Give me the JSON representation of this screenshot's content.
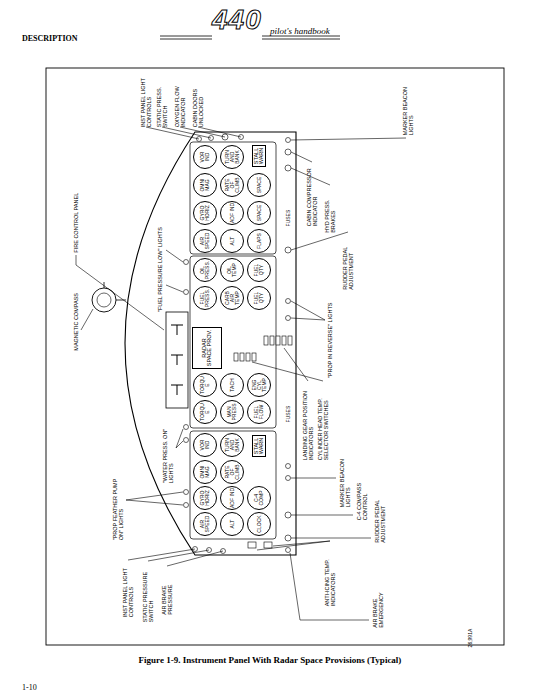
{
  "diagram": {
    "title": "DESCRIPTION",
    "caption": "Figure 1-9. Instrument Panel With Radar Space Provisions (Typical)",
    "nodes": [
      {
        "text": [
          "VOR IND"
        ]
      },
      {
        "text": [
          "OMNI MAG"
        ]
      },
      {
        "text": [
          "GYRO HORIZ"
        ]
      },
      {
        "text": [
          "AIR SPEED"
        ]
      },
      {
        "text": [
          "TURN AND BANK"
        ]
      },
      {
        "text": [
          "RATE OF CLIMB"
        ]
      },
      {
        "text": [
          "ADF IND"
        ]
      },
      {
        "text": [
          "ALT"
        ]
      },
      {
        "text": [
          "STALL WARN"
        ]
      },
      {
        "text": [
          "SPACE"
        ]
      },
      {
        "text": [
          "SPACE"
        ]
      },
      {
        "text": [
          "FLAPS"
        ]
      },
      {
        "text": [
          "OIL PRESS."
        ]
      },
      {
        "text": [
          "FUEL PRESS."
        ]
      },
      {
        "text": [
          "OIL TEMP"
        ]
      },
      {
        "text": [
          "CARB AIR TEMP"
        ]
      },
      {
        "text": [
          "FUEL QTY"
        ]
      },
      {
        "text": [
          "FUEL QTY"
        ]
      },
      {
        "text": [
          "RADAR SPACE PROV."
        ]
      },
      {
        "text": [
          "TORQUE"
        ]
      },
      {
        "text": [
          "TORQUE"
        ]
      },
      {
        "text": [
          "TACH"
        ]
      },
      {
        "text": [
          "MAN PRESS"
        ]
      },
      {
        "text": [
          "ENG CYL TEMP"
        ]
      },
      {
        "text": [
          "FUEL FLOW"
        ]
      },
      {
        "text": [
          "VOR IND"
        ]
      },
      {
        "text": [
          "OMNI MAG"
        ]
      },
      {
        "text": [
          "GYRO HORIZ"
        ]
      },
      {
        "text": [
          "AIR SPEED"
        ]
      },
      {
        "text": [
          "TURN AND BANK"
        ]
      },
      {
        "text": [
          "RATE OF CLIMB"
        ]
      },
      {
        "text": [
          "ADF IND"
        ]
      },
      {
        "text": [
          "ALT"
        ]
      },
      {
        "text": [
          "STALL WARN"
        ]
      },
      {
        "text": [
          "C-4 COMP"
        ]
      },
      {
        "text": [
          "CLOCK"
        ]
      }
    ],
    "labels": [
      "440",
      "pilot's handbook",
      "INST PANEL LIGHT CONTROLS",
      "STATIC PRESS. SWITCH",
      "OXYGEN FLOW INDICATOR",
      "CABIN DOORS UNLOCKED",
      "MARKER BEACON LIGHTS",
      "CABIN COMPRESSOR INDICATOR",
      "HYD PRESS. BRAKES",
      "RUDDER PEDAL ADJUSTMENT",
      "FIRE CONTROL PANEL",
      "\"FUEL PRESSURE LOW\" LIGHTS",
      "MAGNETIC COMPASS",
      "FUSES",
      "FUSES",
      "\"PROP IN REVERSE\" LIGHTS",
      "LANDING GEAR POSITION INDICATORS",
      "CYLINDER HEAD TEMP. SELECTOR SWITCHES",
      "\"WATER PRESS. ON\" LIGHTS",
      "\"PROP FEATHER PUMP ON\" LIGHTS",
      "MARKER BEACON LIGHTS",
      "C-4 COMPASS CONTROL",
      "RUDDER PEDAL ADJUSTMENT",
      "ANTI-ICING TEMP. INDICATORS",
      "INST PANEL LIGHT CONTROLS",
      "STATIC PRESSURE SWITCH",
      "AIR BRAKE PRESSURE",
      "AIR BRAKE EMERGENCY",
      "26,991A",
      "1-10"
    ]
  }
}
